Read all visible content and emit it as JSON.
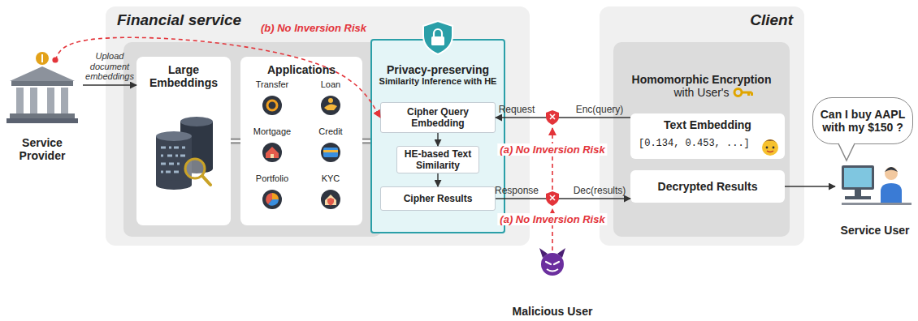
{
  "diagram": {
    "nodes": [
      {
        "text": [
          "Financial service"
        ]
      },
      {
        "text": [
          "Large Embeddings"
        ],
        "in": 0
      },
      {
        "text": [
          "Applications"
        ],
        "in": 0
      },
      {
        "text": [
          "Transfer"
        ],
        "in": 2
      },
      {
        "text": [
          "Loan"
        ],
        "in": 2
      },
      {
        "text": [
          "Mortgage"
        ],
        "in": 2
      },
      {
        "text": [
          "Credit"
        ],
        "in": 2
      },
      {
        "text": [
          "Portfolio"
        ],
        "in": 2
      },
      {
        "text": [
          "KYC"
        ],
        "in": 2
      },
      {
        "text": [
          "Privacy-preserving",
          "Similarity Inference with HE"
        ],
        "in": 0
      },
      {
        "text": [
          "Cipher Query Embedding"
        ],
        "in": 9
      },
      {
        "text": [
          "HE-based Text Similarity"
        ],
        "in": 9
      },
      {
        "text": [
          "Cipher Results"
        ],
        "in": 9
      },
      {
        "text": [
          "Client"
        ]
      },
      {
        "text": [
          "Homomorphic Encryption",
          "with User's"
        ],
        "in": 13
      },
      {
        "text": [
          "Text Embedding",
          "[0.134, 0.453, ...]"
        ],
        "in": 14
      },
      {
        "text": [
          "Decrypted Results"
        ],
        "in": 14
      },
      {
        "text": [
          "Service Provider"
        ]
      },
      {
        "text": [
          "Service User"
        ]
      },
      {
        "text": [
          "Can I buy AAPL with my $150 ?"
        ]
      },
      {
        "text": [
          "Malicious User"
        ]
      }
    ],
    "edges": [
      {
        "from": 17,
        "to": 1,
        "arrow": "to",
        "label": "Upload document embeddings"
      },
      {
        "from": 1,
        "to": 2,
        "arrow": "none"
      },
      {
        "from": 2,
        "to": 9,
        "arrow": "none"
      },
      {
        "from": 15,
        "to": 10,
        "arrow": "to",
        "label": "Request"
      },
      {
        "from": 12,
        "to": 16,
        "arrow": "to",
        "label": "Response"
      },
      {
        "from": 10,
        "to": 11,
        "arrow": "to"
      },
      {
        "from": 11,
        "to": 12,
        "arrow": "to"
      },
      {
        "from": 16,
        "to": 18,
        "arrow": "to"
      },
      {
        "from": 17,
        "to": 10,
        "arrow": "to",
        "label": "(b) No Inversion Risk"
      }
    ],
    "labels": [
      "Enc(query)",
      "Dec(results)",
      "(a) No Inversion Risk",
      "(a) No Inversion Risk"
    ]
  }
}
